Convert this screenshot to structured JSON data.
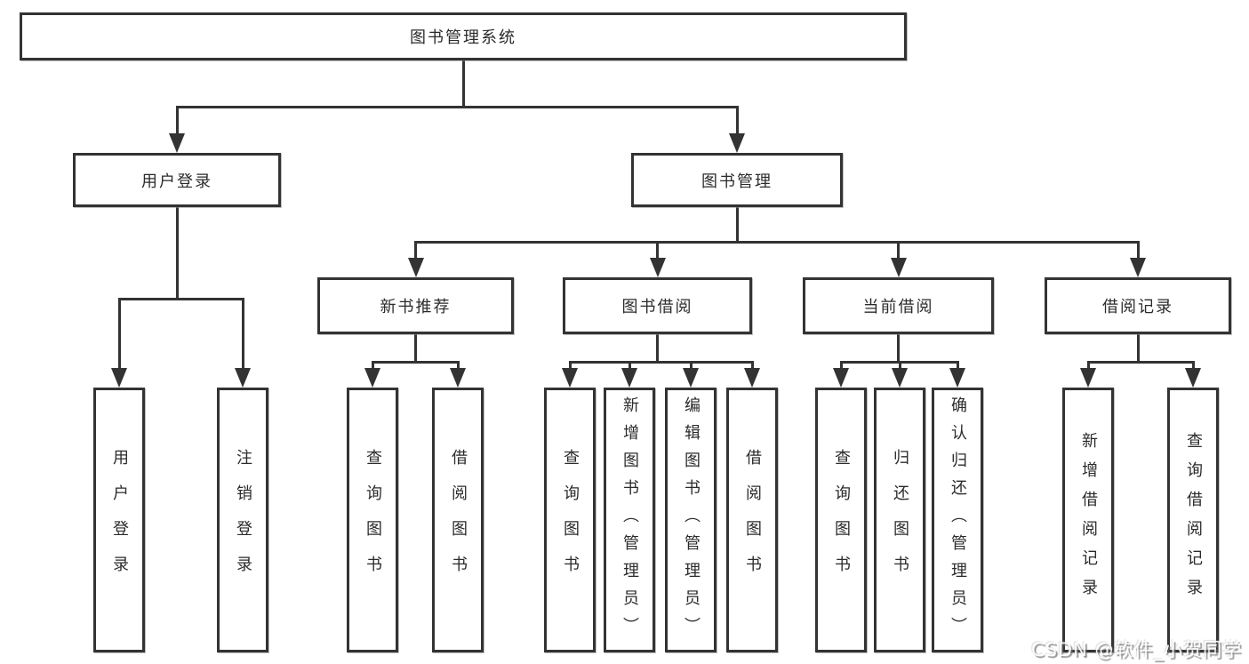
{
  "diagram": {
    "watermark": "CSDN @软件_小贺同学",
    "colors": {
      "background": "#ffffff",
      "line": "#333333",
      "text": "#2b2b2b",
      "watermark_text": "#ffffff"
    },
    "tree": {
      "id": "root",
      "label": "图书管理系统",
      "children": [
        {
          "id": "login",
          "label": "用户登录",
          "children": [
            {
              "id": "leaf-login",
              "label": "用户登录"
            },
            {
              "id": "leaf-logout",
              "label": "注销登录"
            }
          ]
        },
        {
          "id": "mgmt",
          "label": "图书管理",
          "children": [
            {
              "id": "newbook",
              "label": "新书推荐",
              "children": [
                {
                  "id": "nb-query",
                  "label": "查询图书"
                },
                {
                  "id": "nb-borrow",
                  "label": "借阅图书"
                }
              ]
            },
            {
              "id": "borrow",
              "label": "图书借阅",
              "children": [
                {
                  "id": "bw-query",
                  "label": "查询图书"
                },
                {
                  "id": "bw-add",
                  "label": "新增图书（管理员）"
                },
                {
                  "id": "bw-edit",
                  "label": "编辑图书（管理员）"
                },
                {
                  "id": "bw-borrow",
                  "label": "借阅图书"
                }
              ]
            },
            {
              "id": "current",
              "label": "当前借阅",
              "children": [
                {
                  "id": "cu-query",
                  "label": "查询图书"
                },
                {
                  "id": "cu-return",
                  "label": "归还图书"
                },
                {
                  "id": "cu-confirm",
                  "label": "确认归还（管理员）"
                }
              ]
            },
            {
              "id": "records",
              "label": "借阅记录",
              "children": [
                {
                  "id": "rc-add",
                  "label": "新增借阅记录"
                },
                {
                  "id": "rc-query",
                  "label": "查询借阅记录"
                }
              ]
            }
          ]
        }
      ]
    }
  }
}
